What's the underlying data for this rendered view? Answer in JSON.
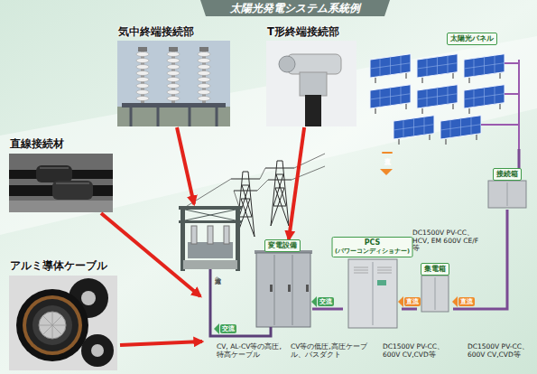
{
  "diagram": {
    "title": "太陽光発電システム系統例",
    "nodes": [
      {
        "text": [
          "気中終端接続部"
        ]
      },
      {
        "text": [
          "T形終端接続部"
        ]
      },
      {
        "text": [
          "太陽光パネル"
        ]
      },
      {
        "text": [
          "直線接続材"
        ]
      },
      {
        "text": [
          "接続箱"
        ]
      },
      {
        "text": [
          "変電設備"
        ]
      },
      {
        "text": [
          "PCS",
          "(パワーコンディショナー)"
        ]
      },
      {
        "text": [
          "集電箱"
        ]
      },
      {
        "text": [
          "アルミ導体ケーブル"
        ]
      }
    ],
    "edges": [
      {
        "from": 2,
        "to": 4,
        "arrow": "none"
      },
      {
        "from": 4,
        "to": 7,
        "arrow": "none"
      },
      {
        "from": 7,
        "to": 6,
        "arrow": "none"
      },
      {
        "from": 6,
        "to": 5,
        "arrow": "none"
      },
      {
        "from": 1,
        "to": 5,
        "arrow": "to"
      }
    ],
    "labels": [
      "直流",
      "直流",
      "直流",
      "交流",
      "交流",
      "電力線へ",
      "DC1500V PV-CC、HCV, EM 600V CE/F等",
      "DC1500V PV-CC、600V CV,CVD等",
      "DC1500V PV-CC、600V CV,CVD等",
      "CV等の低圧,高圧ケーブル、バスダクト",
      "CV, AL-CV等の高圧, 特高ケーブル"
    ]
  }
}
